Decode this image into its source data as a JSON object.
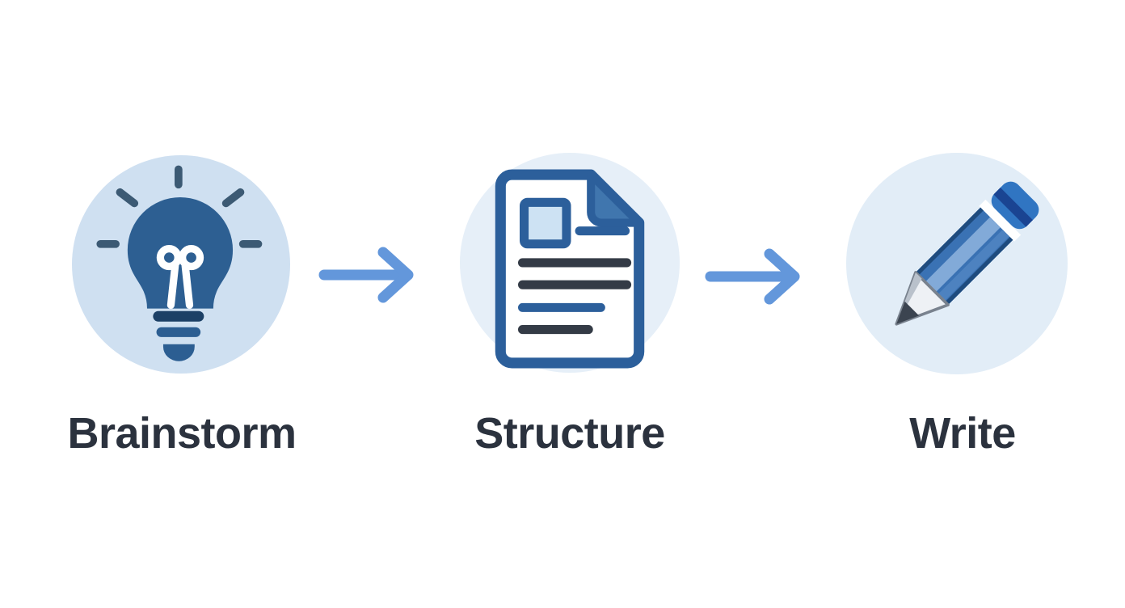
{
  "page": {
    "background_color": "#ffffff"
  },
  "diagram": {
    "type": "flow",
    "direction": "left-to-right",
    "steps": [
      {
        "label": "Brainstorm",
        "icon": "lightbulb-icon",
        "circle_color": "#cfe0f1"
      },
      {
        "label": "Structure",
        "icon": "document-icon",
        "circle_color": "#e6eff8"
      },
      {
        "label": "Write",
        "icon": "pencil-icon",
        "circle_color": "#e2edf7"
      }
    ],
    "connectors": [
      {
        "icon": "arrow-right-icon"
      },
      {
        "icon": "arrow-right-icon"
      }
    ],
    "colors": {
      "page_bg": "#ffffff",
      "circle1_bg": "#cfe0f1",
      "circle2_bg": "#e6eff8",
      "circle3_bg": "#e2edf7",
      "arrow_blue": "#6397db",
      "label_text": "#2b323e",
      "icon_dark_blue": "#2d5f92",
      "ray_slate_blue": "#3c5a74",
      "document_outline_blue": "#2c5f9b",
      "document_text_dark": "#343b46",
      "document_fold_blue": "#4076ae",
      "document_image_fill": "#cde2f3",
      "pencil_body_blue": "#3a72b4",
      "pencil_eraser_blue": "#3075c2",
      "pencil_eraser_band": "#1a4492",
      "pencil_lead_dark": "#3b4450"
    }
  }
}
